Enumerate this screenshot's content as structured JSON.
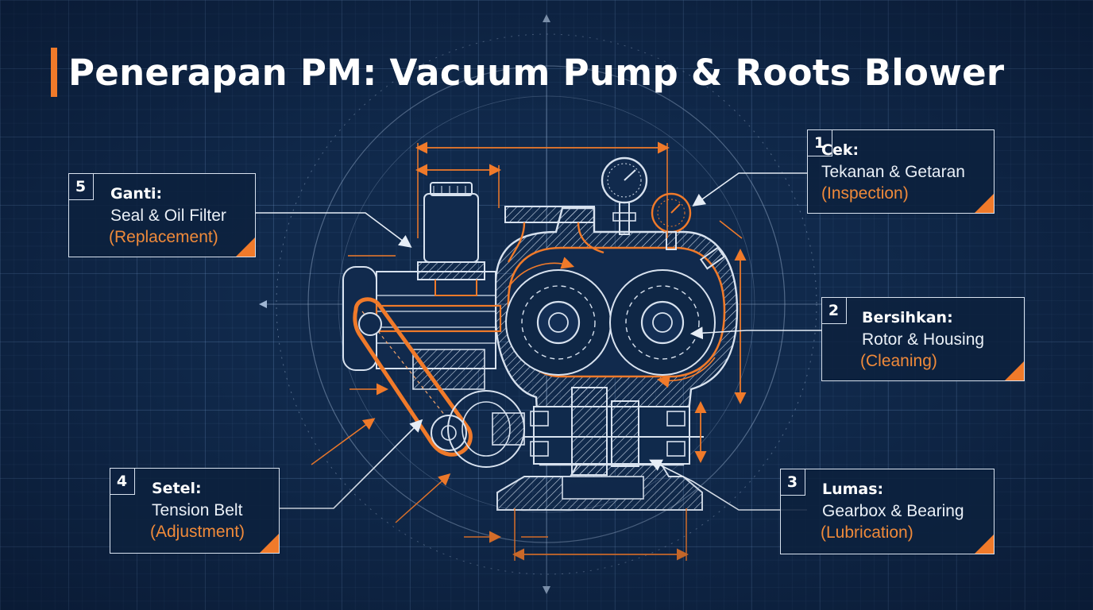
{
  "title": "Penerapan PM: Vacuum Pump & Roots Blower",
  "colors": {
    "background": "#10294b",
    "grid": "#7aa0d2",
    "line": "#d8e2ef",
    "accent": "#f07a2a"
  },
  "steps": [
    {
      "number": "1",
      "heading": "Cek:",
      "subject": "Tekanan & Getaran",
      "english": "(Inspection)"
    },
    {
      "number": "2",
      "heading": "Bersihkan:",
      "subject": "Rotor & Housing",
      "english": "(Cleaning)"
    },
    {
      "number": "3",
      "heading": "Lumas:",
      "subject": "Gearbox & Bearing",
      "english": "(Lubrication)"
    },
    {
      "number": "4",
      "heading": "Setel:",
      "subject": "Tension Belt",
      "english": "(Adjustment)"
    },
    {
      "number": "5",
      "heading": "Ganti:",
      "subject": "Seal & Oil Filter",
      "english": "(Replacement)"
    }
  ],
  "icons": {
    "pressure_gauge": "pressure-gauge-icon",
    "oil_filter": "oil-filter-icon",
    "pulley": "pulley-icon",
    "gear": "gear-icon"
  }
}
